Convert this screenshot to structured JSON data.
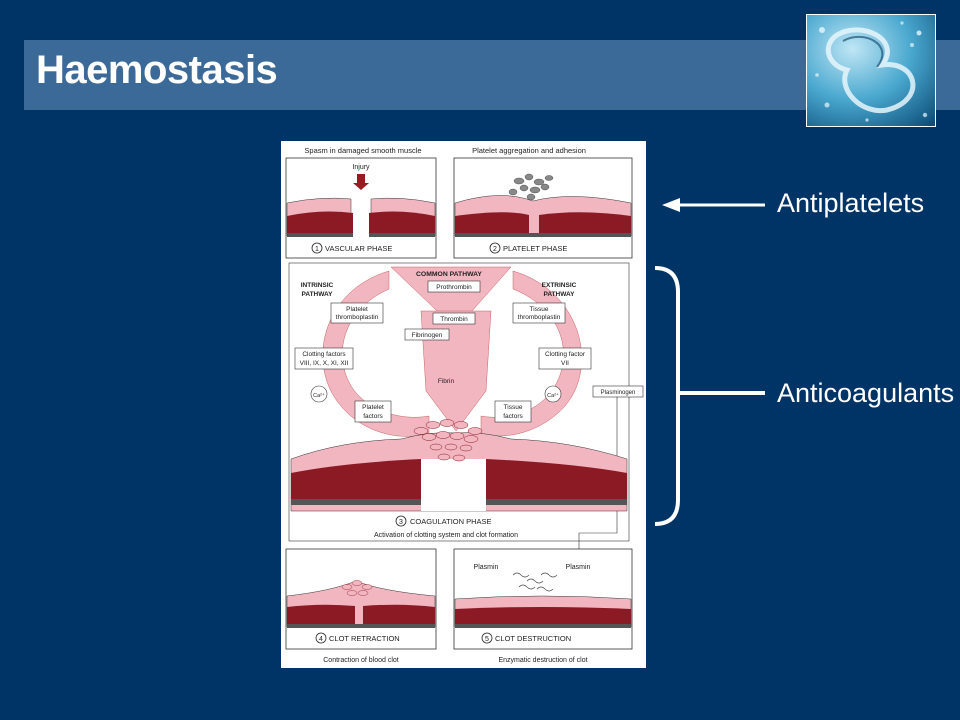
{
  "slide": {
    "title": "Haemostasis"
  },
  "callouts": {
    "antiplatelets": "Antiplatelets",
    "anticoagulants": "Anticoagulants"
  },
  "colors": {
    "background": "#003366",
    "title_bar": "#3b6a99",
    "flow": "#f2b6c0",
    "vessel": "#8b1a25"
  },
  "figure": {
    "top_left_caption": "Spasm in damaged smooth muscle",
    "injury_label": "Injury",
    "top_right_caption": "Platelet aggregation and adhesion",
    "phase1_number": "1",
    "phase1_label": "VASCULAR PHASE",
    "phase2_number": "2",
    "phase2_label": "PLATELET PHASE",
    "common_pathway": "COMMON PATHWAY",
    "intrinsic_line1": "INTRINSIC",
    "intrinsic_line2": "PATHWAY",
    "extrinsic_line1": "EXTRINSIC",
    "extrinsic_line2": "PATHWAY",
    "prothrombin": "Prothrombin",
    "thrombin": "Thrombin",
    "fibrinogen": "Fibrinogen",
    "fibrin": "Fibrin",
    "platelet_thrombo_l1": "Platelet",
    "platelet_thrombo_l2": "thromboplastin",
    "tissue_thrombo_l1": "Tissue",
    "tissue_thrombo_l2": "thromboplastin",
    "clotting_factors_l1": "Clotting factors",
    "clotting_factors_l2": "VIII, IX, X, XI, XII",
    "clotting_factor_l1": "Clotting factor",
    "clotting_factor_l2": "VII",
    "ca_left": "Ca²⁺",
    "ca_right": "Ca²⁺",
    "platelet_factors_l1": "Platelet",
    "platelet_factors_l2": "factors",
    "tissue_factors_l1": "Tissue",
    "tissue_factors_l2": "factors",
    "plasminogen": "Plasminogen",
    "phase3_number": "3",
    "phase3_label": "COAGULATION PHASE",
    "phase3_caption": "Activation of clotting system and clot formation",
    "plasmin_left": "Plasmin",
    "plasmin_right": "Plasmin",
    "phase4_number": "4",
    "phase4_label": "CLOT RETRACTION",
    "phase5_number": "5",
    "phase5_label": "CLOT DESTRUCTION",
    "bottom_left_caption": "Contraction of blood clot",
    "bottom_right_caption": "Enzymatic destruction of clot"
  }
}
